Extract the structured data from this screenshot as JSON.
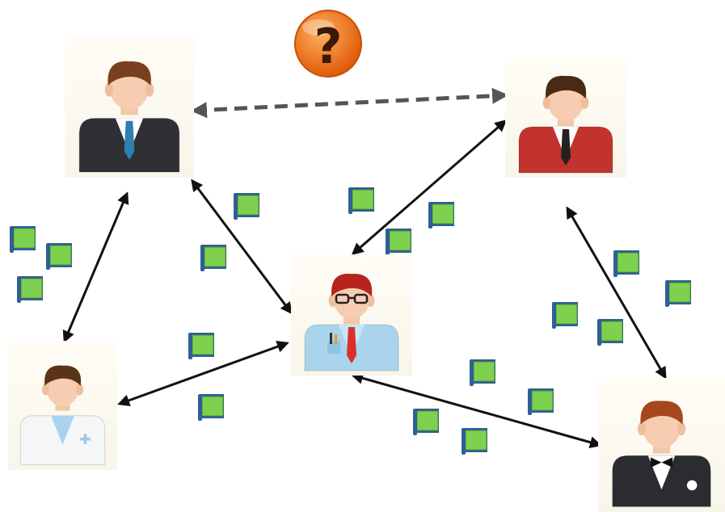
{
  "question_badge": {
    "glyph": "?",
    "color": "#f07a1a",
    "icon": "question-mark-icon"
  },
  "people": [
    {
      "id": "businessman-left",
      "role": "businessman",
      "suit": "#2e3035",
      "tie": "#2f7fb0",
      "hair": "#7a3f1c"
    },
    {
      "id": "red-sweater-man",
      "role": "casual",
      "suit": "#c3332d",
      "tie": "#222222",
      "hair": "#4a2a14"
    },
    {
      "id": "center-glasses-man",
      "role": "office-worker",
      "suit": "#a9d4ec",
      "tie": "#d9312a",
      "hair": "#b5241d"
    },
    {
      "id": "doctor",
      "role": "doctor",
      "suit": "#f4f6f8",
      "tie": "#9cc9e6",
      "hair": "#5a3318"
    },
    {
      "id": "tuxedo-man",
      "role": "tuxedo",
      "suit": "#2b2c30",
      "tie": "#111111",
      "hair": "#a5461f"
    }
  ],
  "links": [
    {
      "from": "businessman-left",
      "to": "red-sweater-man",
      "style": "dashed"
    },
    {
      "from": "businessman-left",
      "to": "doctor",
      "style": "solid"
    },
    {
      "from": "businessman-left",
      "to": "center-glasses-man",
      "style": "solid"
    },
    {
      "from": "red-sweater-man",
      "to": "center-glasses-man",
      "style": "solid"
    },
    {
      "from": "red-sweater-man",
      "to": "tuxedo-man",
      "style": "solid"
    },
    {
      "from": "doctor",
      "to": "center-glasses-man",
      "style": "solid"
    },
    {
      "from": "center-glasses-man",
      "to": "tuxedo-man",
      "style": "solid"
    }
  ],
  "token_style": {
    "fill": "#7ed04f",
    "stroke": "#2f5f95",
    "icon": "data-token-icon"
  }
}
